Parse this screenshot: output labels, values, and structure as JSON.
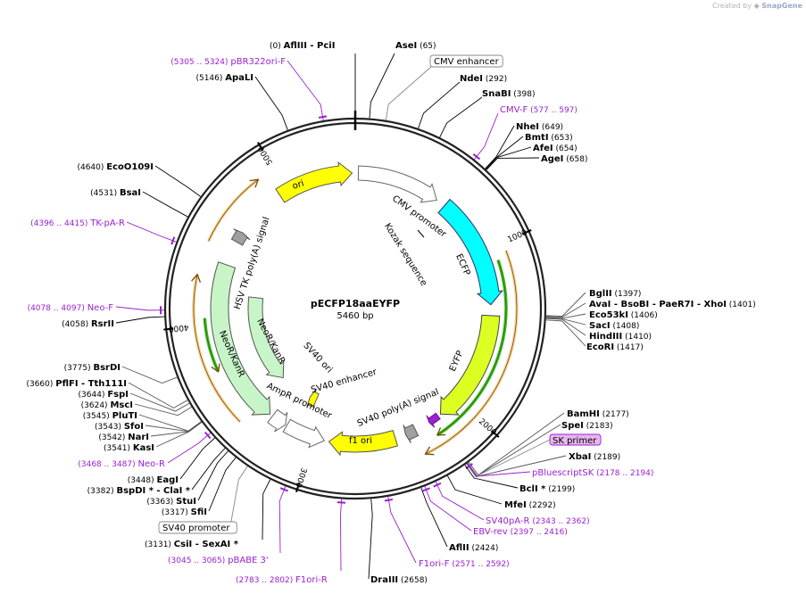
{
  "watermark": {
    "prefix": "Created by",
    "brand": "SnapGene"
  },
  "plasmid": {
    "name": "pECFP18aaEYFP",
    "length_label": "5460 bp"
  },
  "ring_ticks": [
    "1000",
    "2000",
    "3000",
    "4000",
    "5000"
  ],
  "sites": {
    "afliii": {
      "pos": "(0)",
      "name": "AflIII",
      "extra": "- PciI"
    },
    "asei": {
      "name": "AseI",
      "pos": "(65)"
    },
    "cmv_enh": {
      "label": "CMV enhancer"
    },
    "ndei": {
      "name": "NdeI",
      "pos": "(292)"
    },
    "snabi": {
      "name": "SnaBI",
      "pos": "(398)"
    },
    "cmvf": {
      "name": "CMV-F",
      "pos": "(577 .. 597)"
    },
    "nhei": {
      "name": "NheI",
      "pos": "(649)"
    },
    "bmti": {
      "name": "BmtI",
      "pos": "(653)"
    },
    "afei": {
      "name": "AfeI",
      "pos": "(654)"
    },
    "agei": {
      "name": "AgeI",
      "pos": "(658)"
    },
    "bglii": {
      "name": "BglII",
      "pos": "(1397)"
    },
    "avai": {
      "name": "AvaI",
      "extra1": "- BsoBI",
      "extra2": "- PaeR7I",
      "extra3": "- XhoI",
      "pos": "(1401)"
    },
    "eco53ki": {
      "name": "Eco53kI",
      "pos": "(1406)"
    },
    "saci": {
      "name": "SacI",
      "pos": "(1408)"
    },
    "hindiii": {
      "name": "HindIII",
      "pos": "(1410)"
    },
    "ecori": {
      "name": "EcoRI",
      "pos": "(1417)"
    },
    "bamhi": {
      "name": "BamHI",
      "pos": "(2177)"
    },
    "spei": {
      "name": "SpeI",
      "pos": "(2183)"
    },
    "skprimer": {
      "label": "SK primer"
    },
    "xbai": {
      "name": "XbaI",
      "pos": "(2189)"
    },
    "pbluescript": {
      "name": "pBluescriptSK",
      "pos": "(2178 .. 2194)"
    },
    "bcli": {
      "name": "BclI *",
      "pos": "(2199)"
    },
    "mfei": {
      "name": "MfeI",
      "pos": "(2292)"
    },
    "sv40par": {
      "name": "SV40pA-R",
      "pos": "(2343 .. 2362)"
    },
    "ebvrev": {
      "name": "EBV-rev",
      "pos": "(2397 .. 2416)"
    },
    "aflii": {
      "name": "AflII",
      "pos": "(2424)"
    },
    "f1orif": {
      "name": "F1ori-F",
      "pos": "(2571 .. 2592)"
    },
    "draiii": {
      "name": "DraIII",
      "pos": "(2658)"
    },
    "f1orir": {
      "pos": "(2783 .. 2802)",
      "name": "F1ori-R"
    },
    "pbabe3": {
      "pos": "(3045 .. 3065)",
      "name": "pBABE 3'"
    },
    "csii": {
      "pos": "(3131)",
      "name": "CsiI",
      "extra": "- SexAI *"
    },
    "sv40prom": {
      "label": "SV40 promoter"
    },
    "sfii": {
      "pos": "(3317)",
      "name": "SfiI"
    },
    "stui": {
      "pos": "(3363)",
      "name": "StuI"
    },
    "bspdi": {
      "pos": "(3382)",
      "name": "BspDI *",
      "extra": "- ClaI *"
    },
    "eagi": {
      "pos": "(3448)",
      "name": "EagI"
    },
    "neor_primer": {
      "pos": "(3468 .. 3487)",
      "name": "Neo-R"
    },
    "kasi": {
      "pos": "(3541)",
      "name": "KasI"
    },
    "nari": {
      "pos": "(3542)",
      "name": "NarI"
    },
    "sfoi": {
      "pos": "(3543)",
      "name": "SfoI"
    },
    "plutI": {
      "pos": "(3545)",
      "name": "PluTI"
    },
    "msci": {
      "pos": "(3624)",
      "name": "MscI"
    },
    "fspi": {
      "pos": "(3644)",
      "name": "FspI"
    },
    "pflfi": {
      "pos": "(3660)",
      "name": "PflFI",
      "extra": "- Tth111I"
    },
    "bsrdi": {
      "pos": "(3775)",
      "name": "BsrDI"
    },
    "rsrii": {
      "pos": "(4058)",
      "name": "RsrII"
    },
    "neof": {
      "pos": "(4078 .. 4097)",
      "name": "Neo-F"
    },
    "tkpar": {
      "pos": "(4396 .. 4415)",
      "name": "TK-pA-R"
    },
    "bsai": {
      "pos": "(4531)",
      "name": "BsaI"
    },
    "eco109": {
      "pos": "(4640)",
      "name": "EcoO109I"
    },
    "apali": {
      "pos": "(5146)",
      "name": "ApaLI"
    },
    "pbr322": {
      "pos": "(5305 .. 5324)",
      "name": "pBR322ori-F"
    }
  },
  "features": {
    "cmv_promoter": "CMV promoter",
    "kozak": "Kozak sequence",
    "ecfp": "ECFP",
    "eyfp": "EYFP",
    "sv40_polya": "SV40 poly(A) signal",
    "f1_ori": "f1 ori",
    "ampr_promoter": "AmpR promoter",
    "sv40_enhancer": "SV40 enhancer",
    "sv40_ori": "SV40 ori",
    "neor_inner": "NeoR/KanR",
    "neor_outer": "NeoR/KanR",
    "hsv_tk": "HSV TK poly(A) signal",
    "ori": "ori"
  },
  "colors": {
    "enzyme": "#000000",
    "primer": "#9b1fd0",
    "ecfp": "#00ffff",
    "eyfp": "#ddff22",
    "ori": "#ffff00",
    "neor": "#c8f5c8",
    "orange_orf": "#f7d39a",
    "green_orf": "#22c422",
    "polya": "#a0a0a0"
  }
}
